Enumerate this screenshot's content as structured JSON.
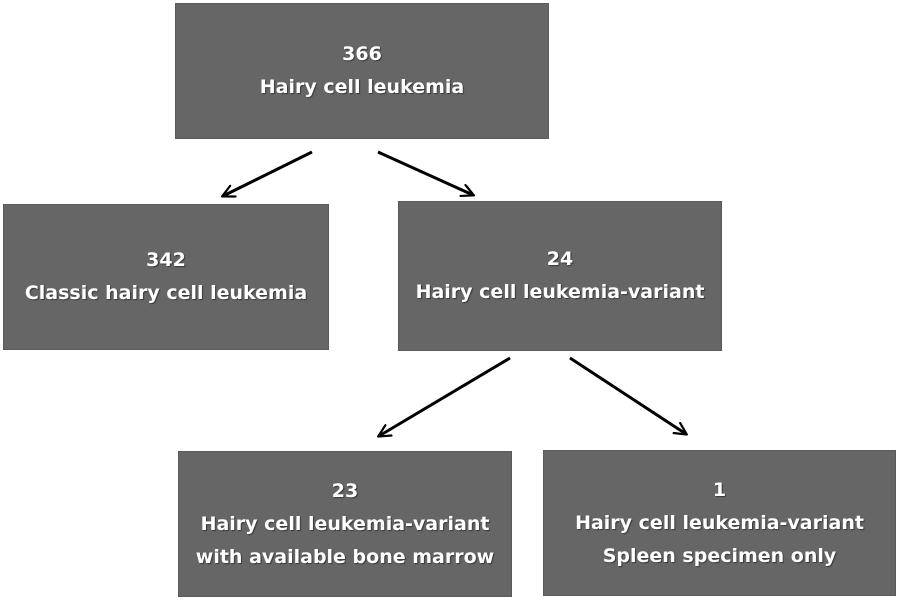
{
  "nodes": {
    "root": {
      "count": "366",
      "lines": [
        "Hairy cell leukemia"
      ]
    },
    "classic": {
      "count": "342",
      "lines": [
        "Classic hairy cell leukemia"
      ]
    },
    "variant": {
      "count": "24",
      "lines": [
        "Hairy cell leukemia-variant"
      ]
    },
    "bone_marrow": {
      "count": "23",
      "lines": [
        "Hairy cell leukemia-variant",
        "with available bone marrow"
      ]
    },
    "spleen": {
      "count": "1",
      "lines": [
        "Hairy cell leukemia-variant",
        "Spleen specimen only"
      ]
    }
  },
  "edges": [
    {
      "from": "root",
      "to": "classic"
    },
    {
      "from": "root",
      "to": "variant"
    },
    {
      "from": "variant",
      "to": "bone_marrow"
    },
    {
      "from": "variant",
      "to": "spleen"
    }
  ],
  "colors": {
    "box_fill": "#666666",
    "box_text": "#ffffff",
    "arrow": "#000000"
  }
}
